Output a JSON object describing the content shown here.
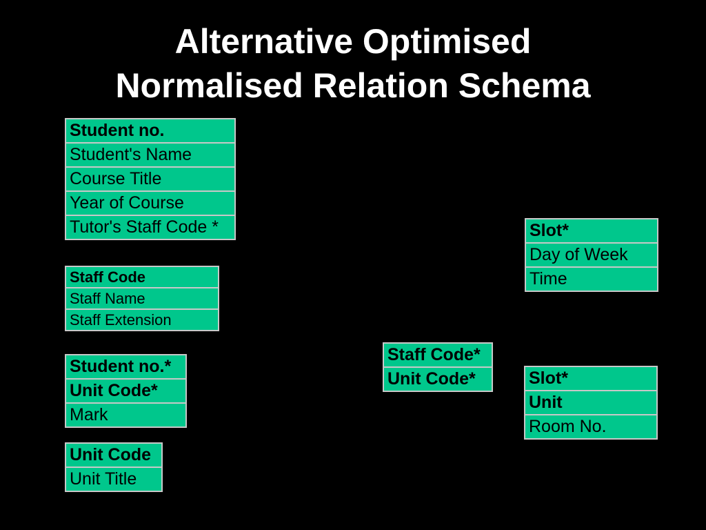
{
  "title": {
    "line1": "Alternative Optimised",
    "line2": "Normalised Relation Schema"
  },
  "relations": [
    {
      "id": "student",
      "rows": [
        {
          "text": "Student no.",
          "key": true
        },
        {
          "text": "Student's Name",
          "key": false
        },
        {
          "text": "Course Title",
          "key": false
        },
        {
          "text": "Year of Course",
          "key": false
        },
        {
          "text": "Tutor's Staff Code *",
          "key": false
        }
      ]
    },
    {
      "id": "staff",
      "rows": [
        {
          "text": "Staff Code",
          "key": true
        },
        {
          "text": "Staff Name",
          "key": false
        },
        {
          "text": "Staff Extension",
          "key": false
        }
      ]
    },
    {
      "id": "student-unit",
      "rows": [
        {
          "text": "Student no.*",
          "key": true
        },
        {
          "text": "Unit Code*",
          "key": true
        },
        {
          "text": "Mark",
          "key": false
        }
      ]
    },
    {
      "id": "unit",
      "rows": [
        {
          "text": "Unit Code",
          "key": true
        },
        {
          "text": "Unit Title",
          "key": false
        }
      ]
    },
    {
      "id": "slot",
      "rows": [
        {
          "text": "Slot*",
          "key": true
        },
        {
          "text": "Day of Week",
          "key": false
        },
        {
          "text": "Time",
          "key": false
        }
      ]
    },
    {
      "id": "staff-unit",
      "rows": [
        {
          "text": "Staff Code*",
          "key": true
        },
        {
          "text": "Unit Code*",
          "key": true
        }
      ]
    },
    {
      "id": "slot-unit",
      "rows": [
        {
          "text": "Slot*",
          "key": true
        },
        {
          "text": "Unit",
          "key": true
        },
        {
          "text": "Room No.",
          "key": false
        }
      ]
    }
  ]
}
